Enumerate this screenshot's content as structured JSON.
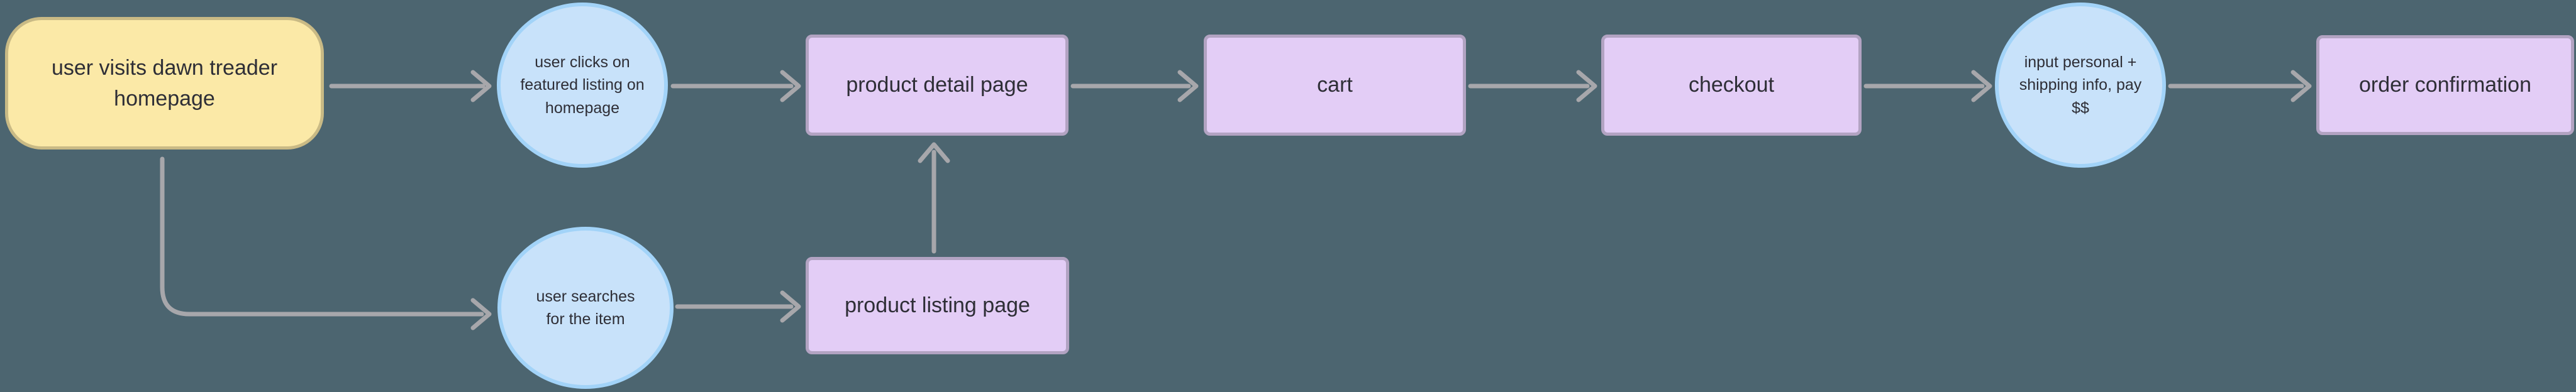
{
  "canvas": {
    "background": "#4C6570"
  },
  "palette": {
    "arrow": "#A7A7AB",
    "text": "#2E2E36",
    "terminator_fill": "#FBE9A7",
    "terminator_border": "#C9BA85",
    "process_fill": "#E3CDF6",
    "process_border": "#B2A3C2",
    "event_fill": "#C8E2FA",
    "event_border": "#A2D3F8"
  },
  "nodes": {
    "start": {
      "shape": "rounded-rectangle",
      "label": "user visits dawn treader homepage"
    },
    "featured": {
      "shape": "circle",
      "label": "user clicks on featured listing on homepage"
    },
    "pdp": {
      "shape": "rectangle",
      "label": "product detail page"
    },
    "cart": {
      "shape": "rectangle",
      "label": "cart"
    },
    "checkout": {
      "shape": "rectangle",
      "label": "checkout"
    },
    "payment": {
      "shape": "circle",
      "label": "input personal + shipping info, pay $$"
    },
    "order": {
      "shape": "rectangle",
      "label": "order confirmation"
    },
    "search": {
      "shape": "circle",
      "label": "user searches for the item"
    },
    "plp": {
      "shape": "rectangle",
      "label": "product listing page"
    }
  },
  "edges": [
    {
      "from": "start",
      "to": "featured"
    },
    {
      "from": "featured",
      "to": "pdp"
    },
    {
      "from": "pdp",
      "to": "cart"
    },
    {
      "from": "cart",
      "to": "checkout"
    },
    {
      "from": "checkout",
      "to": "payment"
    },
    {
      "from": "payment",
      "to": "order"
    },
    {
      "from": "start",
      "to": "search"
    },
    {
      "from": "search",
      "to": "plp"
    },
    {
      "from": "plp",
      "to": "pdp"
    }
  ]
}
